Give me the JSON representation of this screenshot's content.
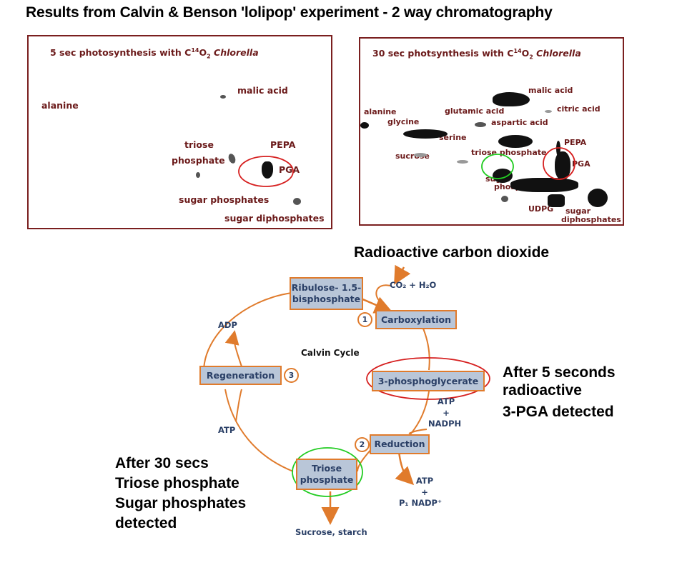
{
  "title": "Results from Calvin & Benson 'lolipop' experiment - 2 way chromatography",
  "panel_5sec": {
    "title_pre": "5 sec photosynthesis with C",
    "title_sup": "14",
    "title_mid": "O",
    "title_sub": "2",
    "title_org": "Chlorella",
    "labels": {
      "alanine": "alanine",
      "malic_acid": "malic acid",
      "triose_phosphate_1": "triose",
      "triose_phosphate_2": "phosphate",
      "pepa": "PEPA",
      "pga": "PGA",
      "sugar_phosphates": "sugar phosphates",
      "sugar_diphosphates": "sugar diphosphates"
    },
    "highlight": {
      "label": "PGA",
      "color": "#d62020"
    }
  },
  "panel_30sec": {
    "title_pre": "30 sec photsynthesis with C",
    "title_sup": "14",
    "title_mid": "O",
    "title_sub": "2",
    "title_org": "Chlorella",
    "labels": {
      "malic_acid": "malic acid",
      "citric_acid": "citric acid",
      "alanine": "alanine",
      "glutamic_acid": "glutamic acid",
      "glycine": "glycine",
      "aspartic_acid": "aspartic acid",
      "serine": "serine",
      "pepa": "PEPA",
      "sucrose": "sucrose",
      "triose_phosphate": "triose phosphate",
      "pga": "PGA",
      "sugar_phosphates_1": "sugar",
      "sugar_phosphates_2": "phosphates",
      "udpg": "UDPG",
      "sugar_diphosphates_1": "sugar",
      "sugar_diphosphates_2": "diphosphates"
    },
    "highlights": [
      {
        "label": "triose phosphate / sugar phosphates",
        "color": "#22cc22"
      },
      {
        "label": "PGA",
        "color": "#d62020"
      }
    ]
  },
  "cycle": {
    "input_heading": "Radioactive carbon dioxide",
    "center_label": "Calvin Cycle",
    "co2_label": "CO₂ + H₂O",
    "boxes": {
      "rubp_1": "Ribulose- 1.5-",
      "rubp_2": "bisphosphate",
      "carboxylation": "Carboxylation",
      "pga": "3-phosphoglycerate",
      "reduction": "Reduction",
      "triose_1": "Triose",
      "triose_2": "phosphate",
      "regeneration": "Regeneration"
    },
    "steps": {
      "carboxylation": "1",
      "reduction": "2",
      "regeneration": "3"
    },
    "side_labels": {
      "adp": "ADP",
      "atp_regen": "ATP",
      "atp_in_1": "ATP",
      "atp_in_2": "+",
      "atp_in_3": "NADPH",
      "atp_out_1": "ATP",
      "atp_out_2": "+",
      "atp_out_3": "P₁ NADP⁺",
      "sucrose": "Sucrose, starch"
    },
    "colors": {
      "arrow": "#e07b2c",
      "box_fill": "#b9c6d8",
      "box_text": "#2a3f66"
    }
  },
  "notes": {
    "five_sec": [
      "After 5 seconds",
      "radioactive",
      "3-PGA detected"
    ],
    "thirty_sec": [
      "After 30 secs",
      "Triose phosphate",
      "Sugar phosphates",
      "detected"
    ]
  }
}
